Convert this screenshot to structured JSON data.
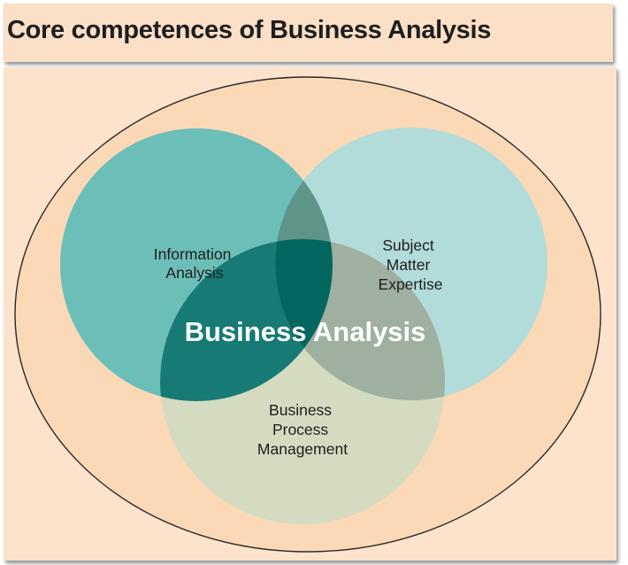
{
  "title": "Core competences of Business Analysis",
  "diagram": {
    "center_label": "Business Analysis",
    "circles": [
      {
        "id": "information-analysis",
        "lines": [
          "Information",
          "Analysis"
        ],
        "color": "#6cbeb9"
      },
      {
        "id": "subject-matter-expertise",
        "lines": [
          "Subject",
          "Matter",
          "Expertise"
        ],
        "color": "#b2dcd9"
      },
      {
        "id": "business-process-management",
        "lines": [
          "Business",
          "Process",
          "Management"
        ],
        "color": "#d4dbc0"
      }
    ],
    "colors": {
      "outer_fill": "#fbd9b7",
      "overlap_info_subject": "#5f9488",
      "overlap_info_process": "#177a74",
      "overlap_subject_process": "#9fb0a0",
      "overlap_all": "#03665f",
      "center_label": "#ffffff"
    }
  }
}
